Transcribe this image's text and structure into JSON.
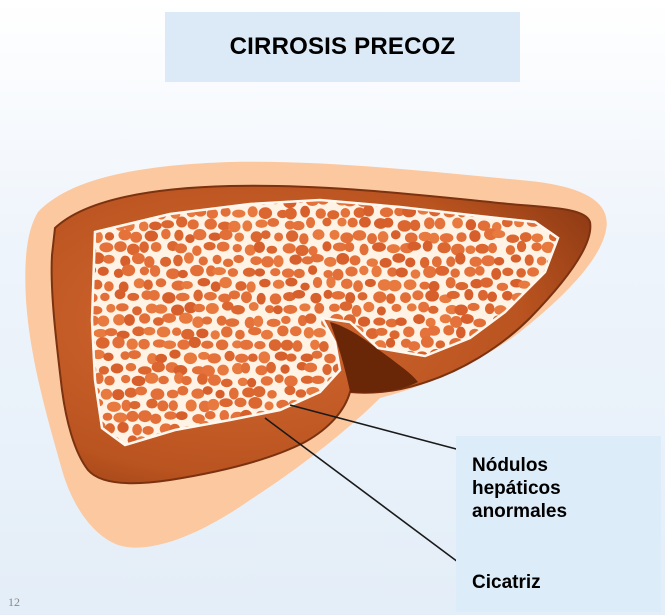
{
  "title": "CIRROSIS PRECOZ",
  "labels": {
    "nodulos": "Nódulos\nhepáticos\nanormales",
    "cicatriz": "Cicatriz"
  },
  "page_number": "12",
  "colors": {
    "halo": "#fbc8a0",
    "liver_dark": "#a8481c",
    "liver_mid": "#d0602c",
    "nodule": "#e36f38",
    "septa": "#fff3e6",
    "label_bg": "#dcecf8",
    "title_bg": "#dbeaf6"
  }
}
